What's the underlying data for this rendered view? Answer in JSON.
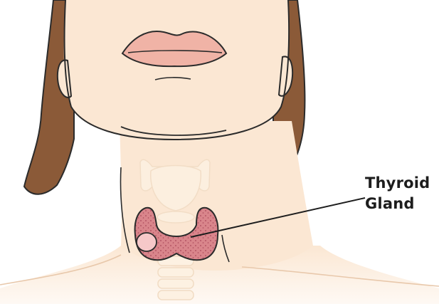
{
  "labels": {
    "thyroid_line1": "Thyroid",
    "thyroid_line2": "Gland"
  },
  "colors": {
    "skin": "#fbe7d3",
    "skin_shadow": "#f3d4b8",
    "outline": "#2b2b2b",
    "hair": "#8b5a38",
    "lips": "#f0b3a6",
    "cartilage": "#fdf1e2",
    "thyroid": "#d9858b",
    "thyroid_dots": "#a9475a",
    "nodule": "#f6c8c9",
    "leader_line": "#1d1d1d",
    "background": "#ffffff"
  },
  "icons": {
    "head": "human-head-front",
    "thyroid": "thyroid-gland-butterfly",
    "nodule": "thyroid-nodule"
  }
}
